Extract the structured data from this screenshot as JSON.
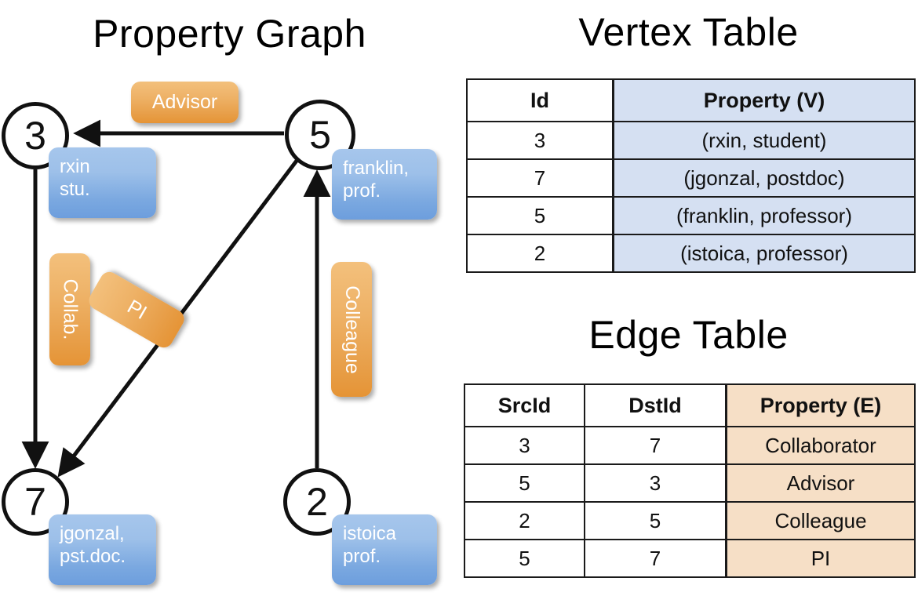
{
  "titles": {
    "property_graph": "Property Graph",
    "vertex_table": "Vertex Table",
    "edge_table": "Edge Table"
  },
  "graph": {
    "nodes": [
      {
        "id": "3",
        "property": "rxin\nstu."
      },
      {
        "id": "5",
        "property": "franklin,\nprof."
      },
      {
        "id": "7",
        "property": "jgonzal,\npst.doc."
      },
      {
        "id": "2",
        "property": "istoica\nprof."
      }
    ],
    "node_labels": {
      "n3": "3",
      "n5": "5",
      "n7": "7",
      "n2": "2"
    },
    "property_boxes": {
      "rxin_line1": "rxin",
      "rxin_line2": "stu.",
      "franklin_line1": "franklin,",
      "franklin_line2": "prof.",
      "jgonzal_line1": "jgonzal,",
      "jgonzal_line2": "pst.doc.",
      "istoica_line1": "istoica",
      "istoica_line2": "prof."
    },
    "edge_labels": {
      "advisor": "Advisor",
      "collab": "Collab.",
      "pi": "PI",
      "colleague": "Colleague"
    },
    "colors": {
      "node_stroke": "#111111",
      "vertex_box_top": "#a6c6ec",
      "vertex_box_bottom": "#6d9edd",
      "edge_box_top": "#f3c07c",
      "edge_box_bottom": "#e59436"
    }
  },
  "vertex_table": {
    "headers": [
      "Id",
      "Property (V)"
    ],
    "rows": [
      {
        "id": "3",
        "property": "(rxin, student)"
      },
      {
        "id": "7",
        "property": "(jgonzal, postdoc)"
      },
      {
        "id": "5",
        "property": "(franklin, professor)"
      },
      {
        "id": "2",
        "property": "(istoica, professor)"
      }
    ],
    "fill_color": "#d5e0f2"
  },
  "edge_table": {
    "headers": [
      "SrcId",
      "DstId",
      "Property (E)"
    ],
    "rows": [
      {
        "src": "3",
        "dst": "7",
        "property": "Collaborator"
      },
      {
        "src": "5",
        "dst": "3",
        "property": "Advisor"
      },
      {
        "src": "2",
        "dst": "5",
        "property": "Colleague"
      },
      {
        "src": "5",
        "dst": "7",
        "property": "PI"
      }
    ],
    "fill_color": "#f6dfc6"
  }
}
